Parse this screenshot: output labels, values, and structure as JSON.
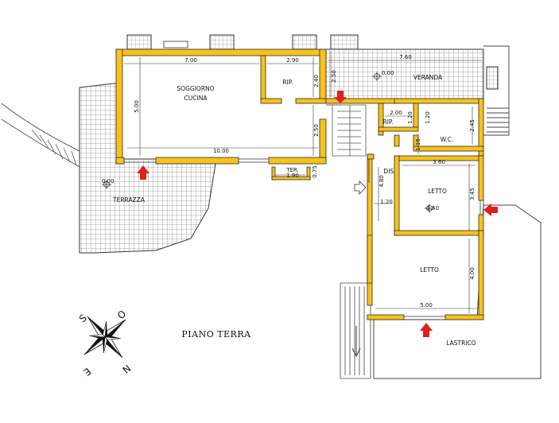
{
  "plan": {
    "title": "PIANO TERRA",
    "rooms": {
      "soggiorno": "SOGGIORNO",
      "cucina": "CUCINA",
      "rip_main": "RIP.",
      "veranda": "VERANDA",
      "rip_small": "RIP.",
      "wc": "W.C.",
      "dis": "DIS.",
      "letto_upper": "LETTO",
      "letto_lower": "LETTO",
      "terrazza": "TERRAZZA",
      "lastrico": "LASTRICO",
      "ter": "TER."
    },
    "levels": {
      "veranda": "0.00",
      "terrazza": "0.00",
      "letto_upper": "-1.50"
    },
    "dimensions": {
      "top_7_00": "7.00",
      "top_2_90": "2.90",
      "veranda_7_60": "7.60",
      "veranda_2_50": "2.50",
      "rip_2_40": "2.40",
      "living_5_00": "5.00",
      "bottom_10_00": "10.00",
      "stair_2_50": "2.50",
      "ter_1_90": "1.90",
      "ter_0_75": "0.75",
      "rip_2_00": "2.00",
      "rip_1_20a": "1.20",
      "rip_1_20b": "1.20",
      "wc_2_45": "2.45",
      "wc_1_15": "1.15",
      "dis_4_80": "4.80",
      "dis_1_20": "1.20",
      "letto_3_60": "3.60",
      "letto_3_45": "3.45",
      "letto_4_00": "4.00",
      "letto_5_00": "5.00"
    },
    "compass": {
      "s": "S",
      "o": "O",
      "e": "E",
      "n": "N"
    },
    "colors": {
      "wall": "#f7c21b",
      "wall_edge": "#2a2a2a",
      "tile": "#9a9a9a",
      "arrow": "#e0201e"
    }
  }
}
